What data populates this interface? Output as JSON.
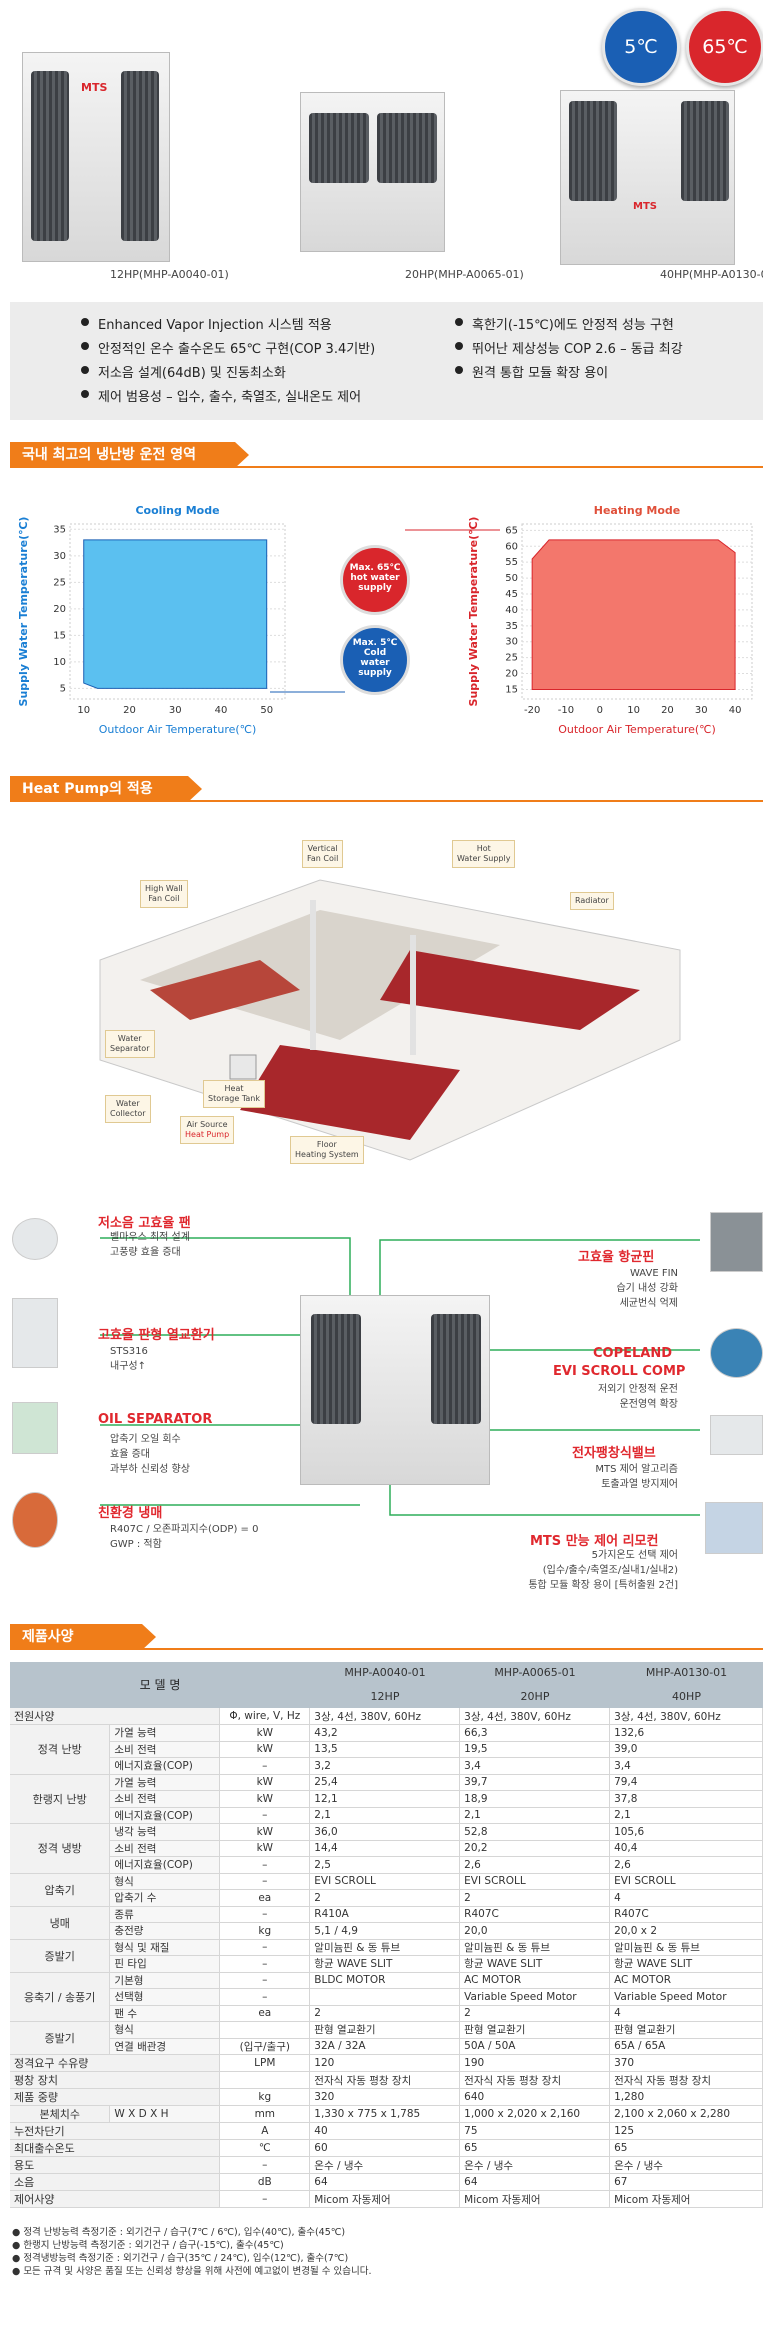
{
  "hero": {
    "badge_cold": "5℃",
    "badge_hot": "65℃",
    "brand": "MTS",
    "models": [
      {
        "caption": "12HP(MHP-A0040-01)"
      },
      {
        "caption": "20HP(MHP-A0065-01)"
      },
      {
        "caption": "40HP(MHP-A0130-0"
      }
    ],
    "colors": {
      "cold": "#1a5fb4",
      "hot": "#d9262c"
    }
  },
  "features": {
    "left": [
      "Enhanced Vapor Injection 시스템 적용",
      "안정적인 온수 출수온도 65℃ 구현(COP 3.4기반)",
      "저소음 설계(64dB) 및 진동최소화",
      "제어 범용성 – 입수, 출수, 축열조, 실내온도 제어"
    ],
    "right": [
      "혹한기(-15℃)에도 안정적 성능 구현",
      "뛰어난 제상성능 COP 2.6 – 동급 최강",
      "원격 통합 모듈 확장 용이"
    ]
  },
  "section1": {
    "title": "국내 최고의 냉난방 운전 영역"
  },
  "chart_data": [
    {
      "type": "area",
      "title": "Cooling Mode",
      "xlabel": "Outdoor Air Temperature(℃)",
      "ylabel": "Supply Water Temperature(℃)",
      "xticks": [
        "10",
        "20",
        "30",
        "40",
        "50"
      ],
      "yticks": [
        "5",
        "10",
        "15",
        "20",
        "25",
        "30",
        "35"
      ],
      "xlim": [
        7,
        54
      ],
      "ylim": [
        3,
        36
      ],
      "x": [
        10,
        10,
        13,
        50,
        50
      ],
      "y": [
        33,
        6,
        5,
        5,
        33
      ],
      "color": "#5bc0f0"
    },
    {
      "type": "area",
      "title": "Heating Mode",
      "xlabel": "Outdoor Air Temperature(℃)",
      "ylabel": "Supply Water Temperature(℃)",
      "xticks": [
        "-20",
        "-10",
        "0",
        "10",
        "20",
        "30",
        "40"
      ],
      "yticks": [
        "15",
        "20",
        "25",
        "30",
        "35",
        "40",
        "45",
        "50",
        "55",
        "60",
        "65"
      ],
      "xlim": [
        -23,
        45
      ],
      "ylim": [
        12,
        67
      ],
      "x": [
        -20,
        -20,
        -15,
        35,
        40,
        40,
        -20
      ],
      "y": [
        15,
        56,
        62,
        62,
        58,
        15,
        15
      ],
      "color": "#f3776c"
    }
  ],
  "callouts": {
    "hot": [
      "Max. 65℃",
      "hot water",
      "supply"
    ],
    "cold": [
      "Max. 5℃",
      "Cold",
      "water",
      "supply"
    ]
  },
  "section2": {
    "title": "Heat Pump의 적용"
  },
  "rooms": {
    "vertical_fan_coil": [
      "Vertical",
      "Fan Coil"
    ],
    "hot_water_supply": [
      "Hot",
      "Water Supply"
    ],
    "high_wall_fan_coil": [
      "High Wall",
      "Fan Coil"
    ],
    "radiator": [
      "Radiator"
    ],
    "water_separator": [
      "Water",
      "Separator"
    ],
    "heat_storage_tank": [
      "Heat",
      "Storage Tank"
    ],
    "water_collector": [
      "Water",
      "Collector"
    ],
    "air_source": [
      "Air Source",
      "Heat Pump"
    ],
    "floor_heating": [
      "Floor",
      "Heating System"
    ]
  },
  "parts": {
    "left": [
      {
        "title": "저소음 고효율 팬",
        "desc": [
          "벨마우스 최적 설계",
          "고풍량 효율 증대"
        ]
      },
      {
        "title": "고효율 판형 열교환기",
        "desc": [
          "STS316",
          "내구성↑"
        ]
      },
      {
        "title": "OIL SEPARATOR",
        "desc": [
          "압축기 오일 회수",
          "효율 증대",
          "과부하 신뢰성 향상"
        ]
      },
      {
        "title": "친환경 냉매",
        "desc": [
          "R407C / 오존파괴지수(ODP) = 0",
          "GWP : 적함"
        ]
      }
    ],
    "right": [
      {
        "title": "고효율 항균핀",
        "desc": [
          "WAVE FIN",
          "습기 내성 강화",
          "세균번식 억제"
        ]
      },
      {
        "title": "COPELAND",
        "title2": "EVI SCROLL COMP",
        "desc": [
          "저외기 안정적 운전",
          "운전영역 확장"
        ]
      },
      {
        "title": "전자팽창식밸브",
        "desc": [
          "MTS 제어 알고리즘",
          "토출과열 방지제어"
        ]
      },
      {
        "title": "MTS 만능 제어 리모컨",
        "desc": [
          "5가지온도 선택 제어",
          "(입수/출수/축열조/실내1/실내2)",
          "통합 모듈 확장 용이 [특허출원 2건]"
        ]
      }
    ]
  },
  "section3": {
    "title": "제품사양"
  },
  "spec": {
    "head_label": "모 델 명",
    "models": [
      "MHP-A0040-01",
      "MHP-A0065-01",
      "MHP-A0130-01"
    ],
    "hp": [
      "12HP",
      "20HP",
      "40HP"
    ],
    "rows": [
      {
        "cat": "전원사양",
        "sub": "",
        "unit": "Φ, wire, V, Hz",
        "v": [
          "3상, 4선, 380V, 60Hz",
          "3상, 4선, 380V, 60Hz",
          "3상, 4선, 380V, 60Hz"
        ]
      },
      {
        "cat": "정격 난방",
        "sub": "가열 능력",
        "unit": "kW",
        "v": [
          "43,2",
          "66,3",
          "132,6"
        ]
      },
      {
        "cat": "",
        "sub": "소비 전력",
        "unit": "kW",
        "v": [
          "13,5",
          "19,5",
          "39,0"
        ]
      },
      {
        "cat": "",
        "sub": "에너지효율(COP)",
        "unit": "–",
        "v": [
          "3,2",
          "3,4",
          "3,4"
        ]
      },
      {
        "cat": "한랭지 난방",
        "sub": "가열 능력",
        "unit": "kW",
        "v": [
          "25,4",
          "39,7",
          "79,4"
        ]
      },
      {
        "cat": "",
        "sub": "소비 전력",
        "unit": "kW",
        "v": [
          "12,1",
          "18,9",
          "37,8"
        ]
      },
      {
        "cat": "",
        "sub": "에너지효율(COP)",
        "unit": "–",
        "v": [
          "2,1",
          "2,1",
          "2,1"
        ]
      },
      {
        "cat": "정격 냉방",
        "sub": "냉각 능력",
        "unit": "kW",
        "v": [
          "36,0",
          "52,8",
          "105,6"
        ]
      },
      {
        "cat": "",
        "sub": "소비 전력",
        "unit": "kW",
        "v": [
          "14,4",
          "20,2",
          "40,4"
        ]
      },
      {
        "cat": "",
        "sub": "에너지효율(COP)",
        "unit": "–",
        "v": [
          "2,5",
          "2,6",
          "2,6"
        ]
      },
      {
        "cat": "압축기",
        "sub": "형식",
        "unit": "–",
        "v": [
          "EVI SCROLL",
          "EVI SCROLL",
          "EVI SCROLL"
        ]
      },
      {
        "cat": "",
        "sub": "압축기 수",
        "unit": "ea",
        "v": [
          "2",
          "2",
          "4"
        ]
      },
      {
        "cat": "냉매",
        "sub": "종류",
        "unit": "–",
        "v": [
          "R410A",
          "R407C",
          "R407C"
        ]
      },
      {
        "cat": "",
        "sub": "충전량",
        "unit": "kg",
        "v": [
          "5,1 / 4,9",
          "20,0",
          "20,0 x 2"
        ]
      },
      {
        "cat": "증발기",
        "sub": "형식 및 재질",
        "unit": "–",
        "v": [
          "알미늄핀 & 동 튜브",
          "알미늄핀 & 동 튜브",
          "알미늄핀 & 동 튜브"
        ]
      },
      {
        "cat": "",
        "sub": "핀 타입",
        "unit": "–",
        "v": [
          "항균 WAVE SLIT",
          "항균 WAVE SLIT",
          "항균 WAVE SLIT"
        ]
      },
      {
        "cat": "응축기 / 송풍기",
        "sub": "기본형",
        "unit": "–",
        "v": [
          "BLDC MOTOR",
          "AC MOTOR",
          "AC MOTOR"
        ]
      },
      {
        "cat": "",
        "sub": "선택형",
        "unit": "–",
        "v": [
          "",
          "Variable Speed Motor",
          "Variable Speed Motor"
        ]
      },
      {
        "cat": "",
        "sub": "팬 수",
        "unit": "ea",
        "v": [
          "2",
          "2",
          "4"
        ]
      },
      {
        "cat": "증발기",
        "sub": "형식",
        "unit": "",
        "v": [
          "판형 열교환기",
          "판형 열교환기",
          "판형 열교환기"
        ]
      },
      {
        "cat": "",
        "sub": "연결 배관경",
        "unit": "(입구/출구)",
        "v": [
          "32A / 32A",
          "50A / 50A",
          "65A / 65A"
        ]
      },
      {
        "cat": "정격요구 수유량",
        "sub": "",
        "unit": "LPM",
        "v": [
          "120",
          "190",
          "370"
        ]
      },
      {
        "cat": "평창 장치",
        "sub": "",
        "unit": "",
        "v": [
          "전자식 자동 평창 장치",
          "전자식 자동 평창 장치",
          "전자식 자동 평창 장치"
        ]
      },
      {
        "cat": "제품 중량",
        "sub": "",
        "unit": "kg",
        "v": [
          "320",
          "640",
          "1,280"
        ]
      },
      {
        "cat": "본체치수",
        "sub": "W X D X H",
        "unit": "mm",
        "v": [
          "1,330 x 775 x 1,785",
          "1,000 x 2,020 x 2,160",
          "2,100 x 2,060 x 2,280"
        ]
      },
      {
        "cat": "누전차단기",
        "sub": "",
        "unit": "A",
        "v": [
          "40",
          "75",
          "125"
        ]
      },
      {
        "cat": "최대출수온도",
        "sub": "",
        "unit": "℃",
        "v": [
          "60",
          "65",
          "65"
        ]
      },
      {
        "cat": "용도",
        "sub": "",
        "unit": "–",
        "v": [
          "온수 / 냉수",
          "온수 / 냉수",
          "온수 / 냉수"
        ]
      },
      {
        "cat": "소음",
        "sub": "",
        "unit": "dB",
        "v": [
          "64",
          "64",
          "67"
        ]
      },
      {
        "cat": "제어사양",
        "sub": "",
        "unit": "–",
        "v": [
          "Micom 자동제어",
          "Micom 자동제어",
          "Micom 자동제어"
        ]
      }
    ],
    "notes": [
      "정격 난방능력 측정기준 : 외기건구 / 습구(7℃ / 6℃), 입수(40℃), 출수(45℃)",
      "한랭지 난방능력 측정기준 : 외기건구 / 습구(-15℃), 출수(45℃)",
      "정격냉방능력 측정기준 : 외기건구 / 습구(35℃ / 24℃), 입수(12℃), 출수(7℃)",
      "모든 규격 및 사양은 품질 또는 신뢰성 향상을 위해 사전에 예고없이 변경될 수 있습니다."
    ]
  }
}
